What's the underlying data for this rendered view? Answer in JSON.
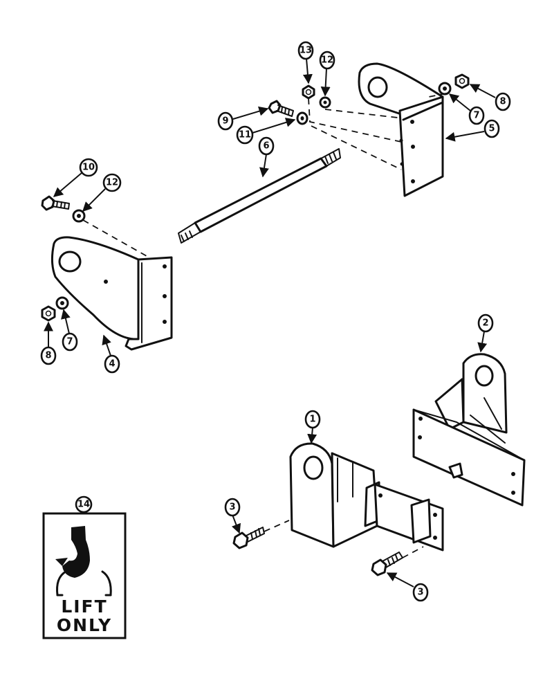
{
  "callouts": {
    "c1": "1",
    "c2": "2",
    "c3a": "3",
    "c3b": "3",
    "c4": "4",
    "c5": "5",
    "c6": "6",
    "c7a": "7",
    "c7b": "7",
    "c8a": "8",
    "c8b": "8",
    "c9": "9",
    "c10": "10",
    "c11": "11",
    "c12a": "12",
    "c12b": "12",
    "c13": "13",
    "c14": "14"
  },
  "decal": {
    "line1": "LIFT",
    "line2": "ONLY",
    "icon": "lift-hook-icon"
  }
}
